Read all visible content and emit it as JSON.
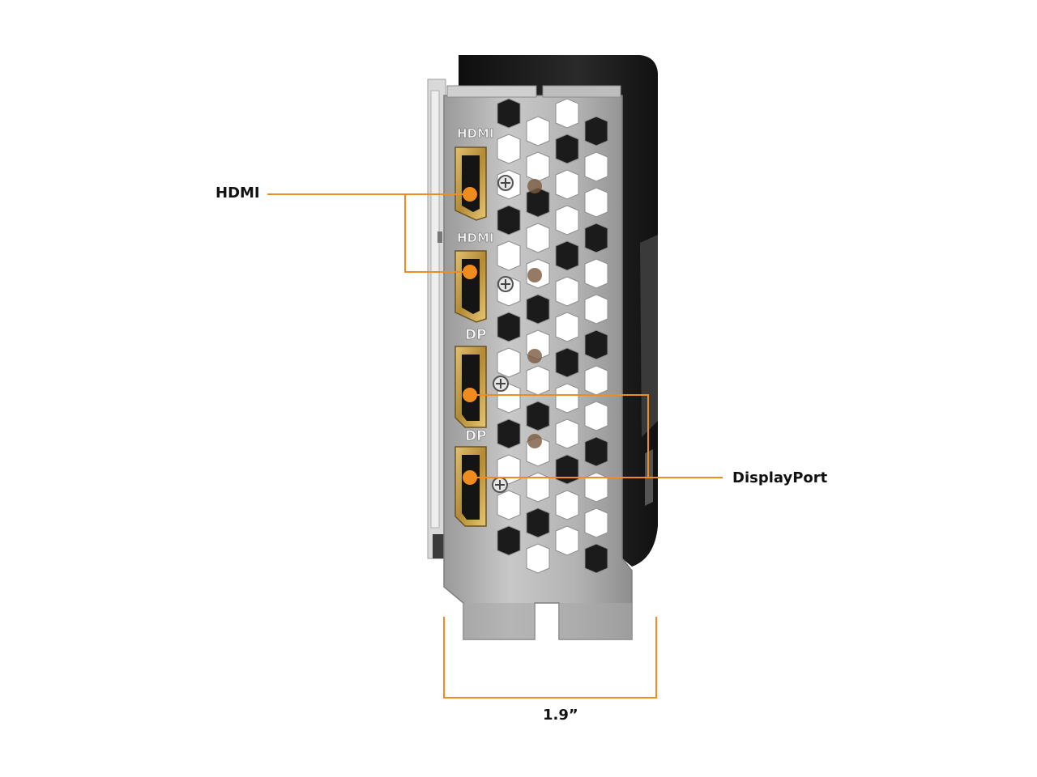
{
  "callouts": {
    "hdmi_label": "HDMI",
    "displayport_label": "DisplayPort",
    "width_label": "1.9”"
  },
  "bracket_markings": {
    "hdmi_top": "HDMI",
    "hdmi_bottom": "HDMI",
    "dp_top": "DP",
    "dp_bottom": "DP"
  },
  "colors": {
    "accent": "#F08C1E",
    "bracket": "#B5B5B5",
    "cooler": "#1A1A1A",
    "port_gold": "#C9A54A",
    "text": "#111111"
  }
}
